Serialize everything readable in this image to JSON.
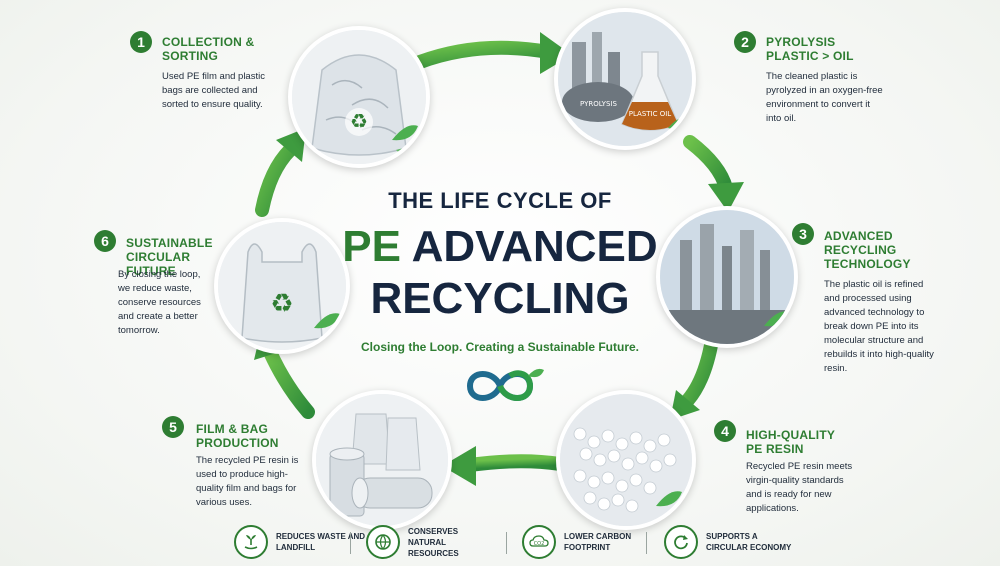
{
  "title": {
    "line1": "THE LIFE CYCLE OF",
    "pe": "PE",
    "line2_rest": " ADVANCED",
    "line3": "RECYCLING",
    "tagline": "Closing the Loop. Creating a Sustainable Future."
  },
  "steps": [
    {
      "number": "1",
      "title": "COLLECTION & SORTING",
      "description": "Used PE film and plastic bags are collected and sorted to ensure quality."
    },
    {
      "number": "2",
      "title": "PYROLYSIS PLASTIC > OIL",
      "description": "The cleaned plastic is pyrolyzed in an oxygen-free environment to convert it into oil."
    },
    {
      "number": "3",
      "title": "ADVANCED RECYCLING TECHNOLOGY",
      "description": "The plastic oil is refined and processed using advanced technology to break down PE into its molecular structure and rebuilds it into high-quality resin."
    },
    {
      "number": "4",
      "title": "HIGH-QUALITY PE RESIN",
      "description": "Recycled PE resin meets virgin-quality standards and is ready for new applications."
    },
    {
      "number": "5",
      "title": "FILM & BAG PRODUCTION",
      "description": "The recycled PE resin is used to produce high-quality film and bags for various uses."
    },
    {
      "number": "6",
      "title": "SUSTAINABLE CIRCULAR FUTURE",
      "description": "By closing the loop, we reduce waste, conserve resources and create a better tomorrow."
    }
  ],
  "image_labels": {
    "pyrolysis_tank": "PYROLYSIS",
    "flask": "PLASTIC OIL"
  },
  "footer": [
    {
      "icon": "hand-plant-icon",
      "label": "REDUCES WASTE AND LANDFILL"
    },
    {
      "icon": "globe-icon",
      "label": "CONSERVES NATURAL RESOURCES"
    },
    {
      "icon": "co2-icon",
      "label": "LOWER CARBON FOOTPRINT"
    },
    {
      "icon": "circular-arrows-icon",
      "label": "SUPPORTS A CIRCULAR ECONOMY"
    }
  ],
  "colors": {
    "accent": "#2e7d32",
    "arrow": "#4caf50",
    "navy": "#16263f"
  }
}
